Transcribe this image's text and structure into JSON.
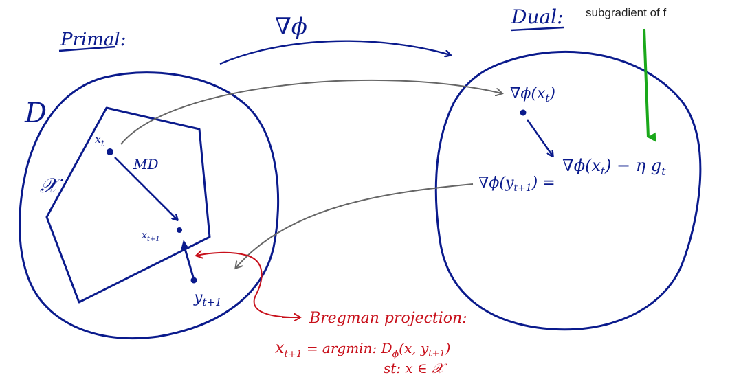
{
  "labels": {
    "primal": "Primal:",
    "dual": "Dual:",
    "grad_phi": "∇ϕ",
    "domain_d": "D",
    "set_x": "𝒳",
    "x_t": "x",
    "x_t_sub": "t",
    "x_t1": "x",
    "x_t1_sub": "t+1",
    "y_t1": "y",
    "y_t1_sub": "t+1",
    "md": "MD",
    "grad_phi_xt": "∇ϕ(x",
    "grad_phi_xt_sub": "t",
    "grad_phi_xt_close": ")",
    "grad_phi_yt1": "∇ϕ(y",
    "grad_phi_yt1_sub": "t+1",
    "grad_phi_yt1_close": ") =",
    "update_rhs": "∇ϕ(x",
    "update_rhs_sub": "t",
    "update_rhs_mid": ") − η g",
    "update_rhs_sub2": "t",
    "subgradient": "subgradient of f",
    "bregman_title": "Bregman projection:",
    "bregman_lhs": "x",
    "bregman_lhs_sub": "t+1",
    "bregman_eq": "=  argmin:  D",
    "bregman_phi_sub": "ϕ",
    "bregman_args": "(x, y",
    "bregman_args_sub": "t+1",
    "bregman_close": ")",
    "bregman_st": "st:   x ∈ 𝒳"
  },
  "colors": {
    "ink_blue": "#0a1a8c",
    "connector_gray": "#666666",
    "annotation_red": "#c8101b",
    "subgradient_green": "#1aa81a"
  }
}
